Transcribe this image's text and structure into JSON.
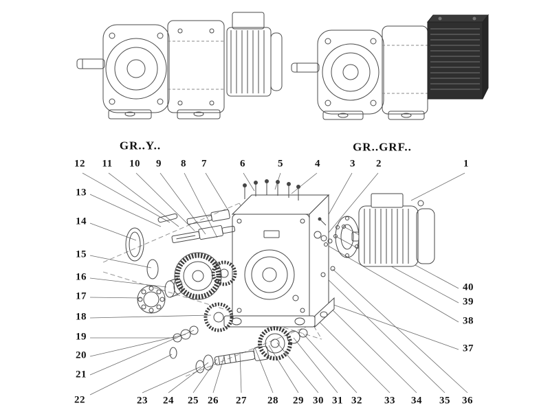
{
  "diagram": {
    "variant_left_label": "GR..Y..",
    "variant_right_label": "GR..GRF.."
  },
  "callouts": {
    "top": [
      "12",
      "11",
      "10",
      "9",
      "8",
      "7",
      "6",
      "5",
      "4",
      "3",
      "2",
      "1"
    ],
    "left": [
      "13",
      "14",
      "15",
      "16",
      "17",
      "18",
      "19",
      "20",
      "21",
      "22"
    ],
    "right": [
      "40",
      "39",
      "38",
      "37"
    ],
    "bottom": [
      "23",
      "24",
      "25",
      "26",
      "27",
      "28",
      "29",
      "30",
      "31",
      "32",
      "33",
      "34",
      "35",
      "36"
    ]
  }
}
